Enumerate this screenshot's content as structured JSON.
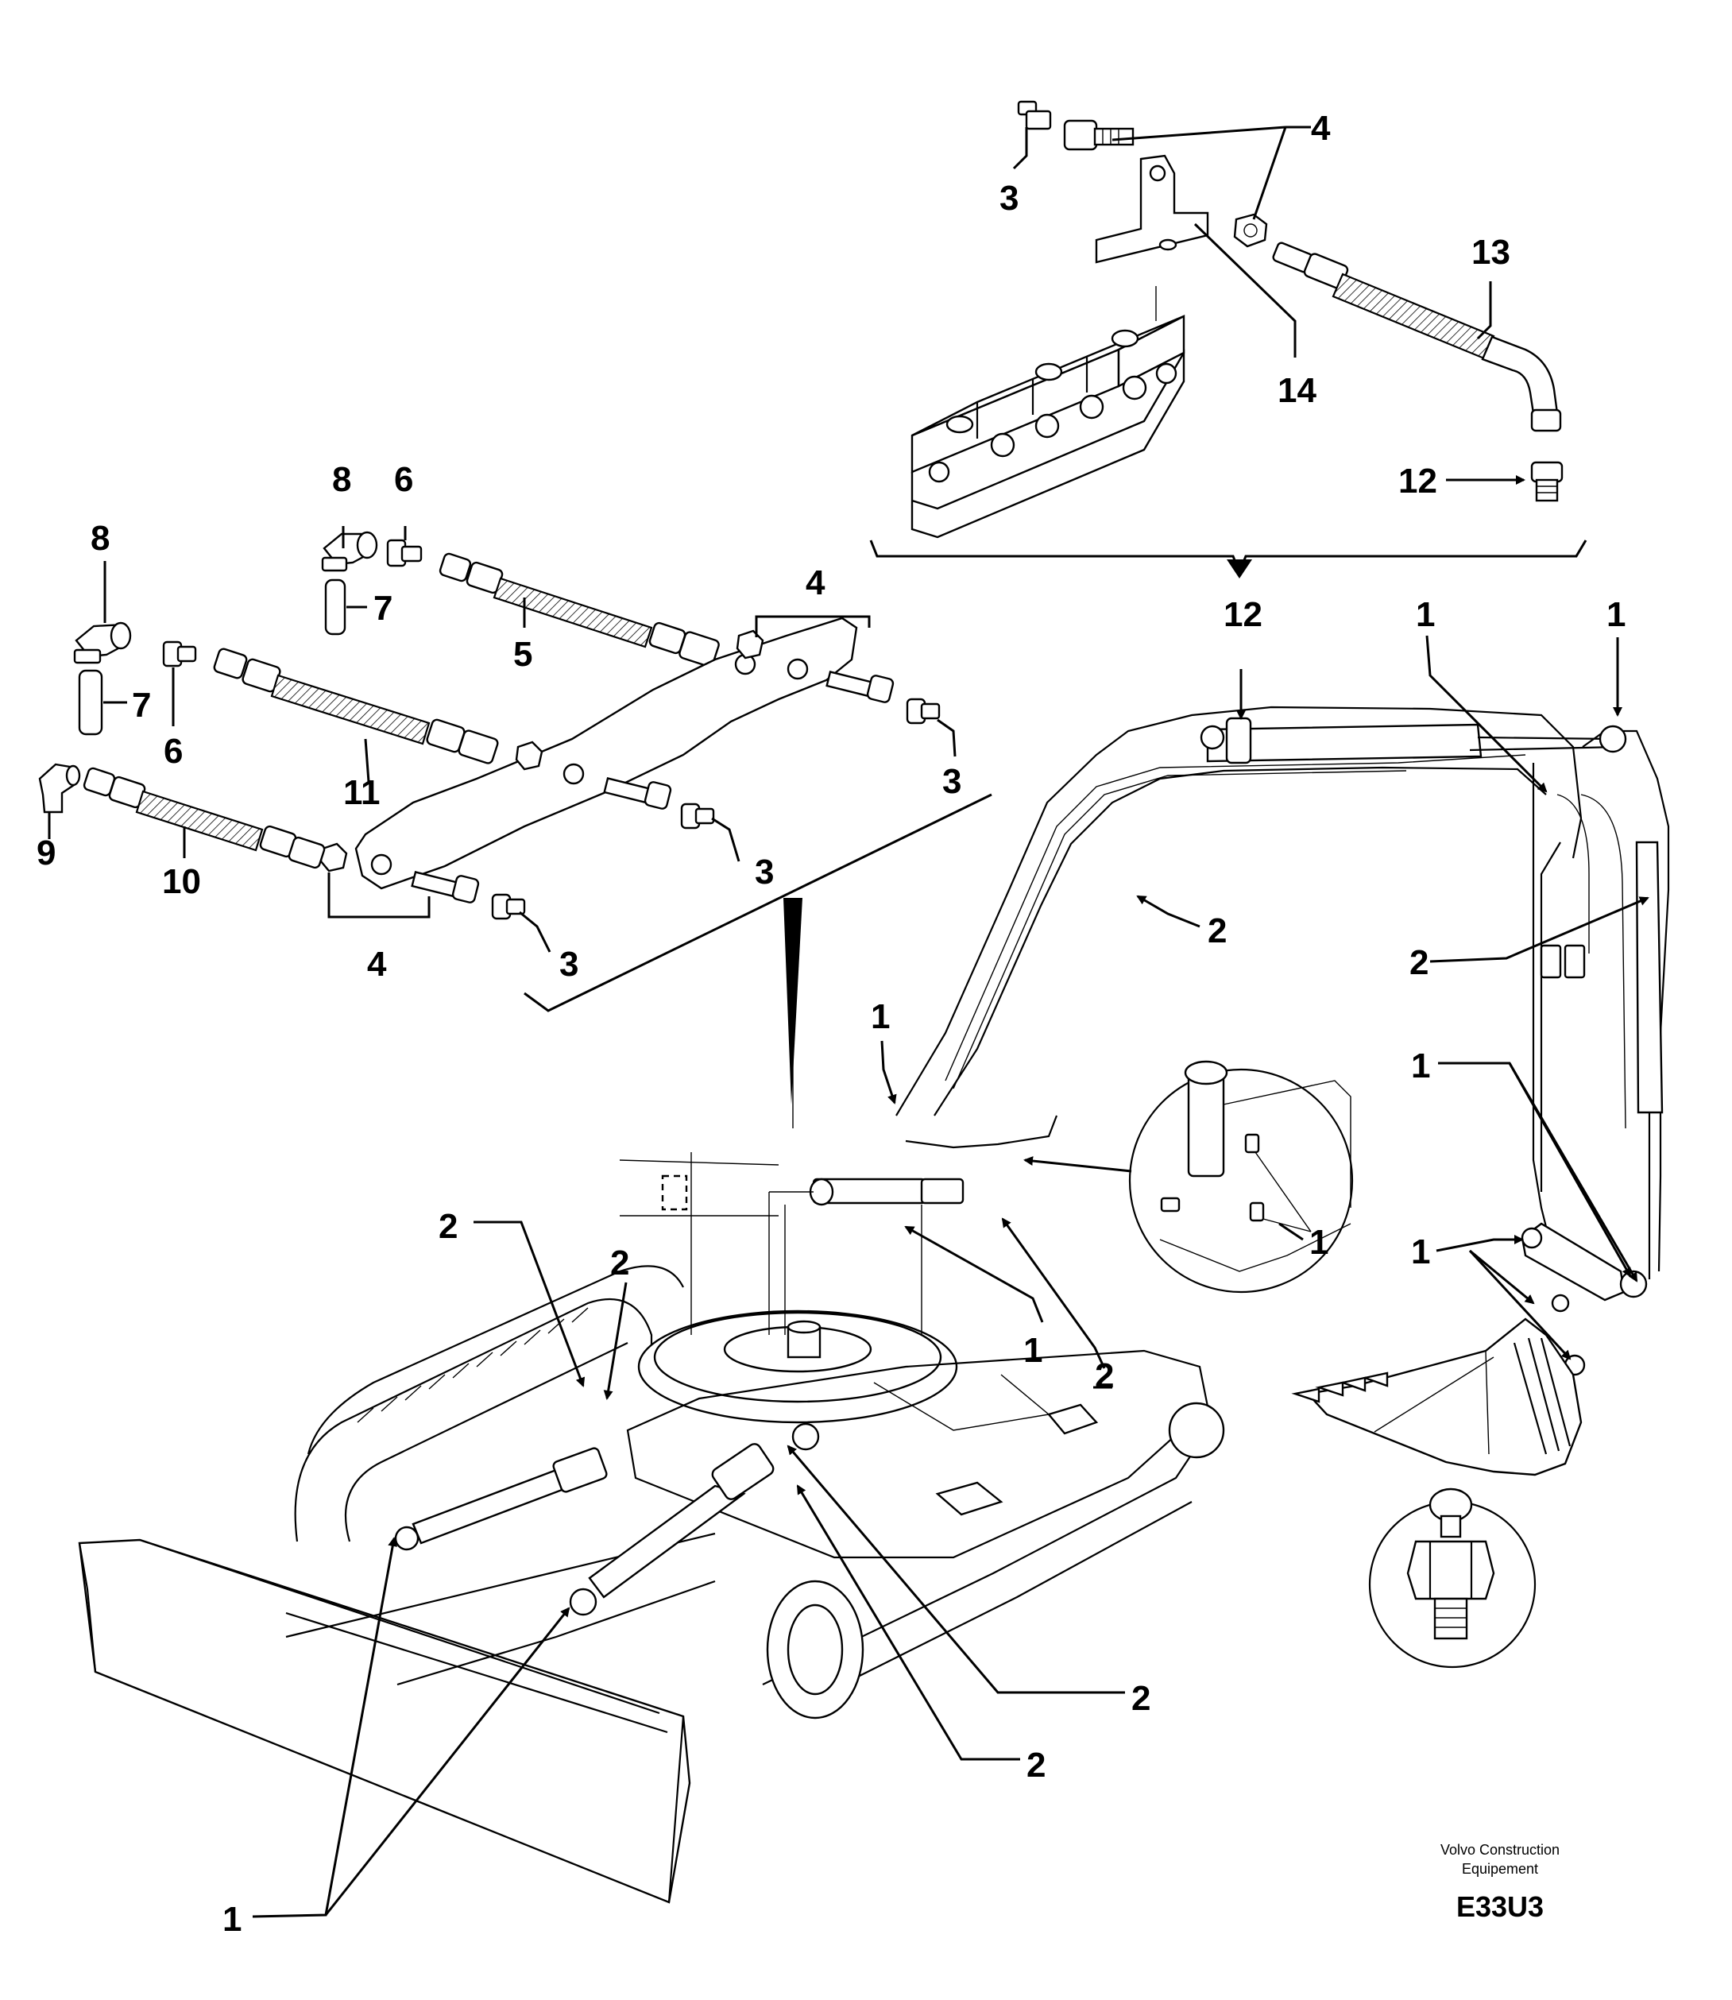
{
  "caption": {
    "maker_line1": "Volvo Construction",
    "maker_line2": "Equipement",
    "code": "E33U3"
  },
  "callouts": [
    {
      "id": "c3a",
      "text": "3"
    },
    {
      "id": "c4a",
      "text": "4"
    },
    {
      "id": "c13",
      "text": "13"
    },
    {
      "id": "c14",
      "text": "14"
    },
    {
      "id": "c12a",
      "text": "12"
    },
    {
      "id": "c12b",
      "text": "12"
    },
    {
      "id": "c1a",
      "text": "1"
    },
    {
      "id": "c1b",
      "text": "1"
    },
    {
      "id": "c8a",
      "text": "8"
    },
    {
      "id": "c6a",
      "text": "6"
    },
    {
      "id": "c8b",
      "text": "8"
    },
    {
      "id": "c7a",
      "text": "7"
    },
    {
      "id": "c5",
      "text": "5"
    },
    {
      "id": "c4b",
      "text": "4"
    },
    {
      "id": "c7b",
      "text": "7"
    },
    {
      "id": "c6b",
      "text": "6"
    },
    {
      "id": "c3b",
      "text": "3"
    },
    {
      "id": "c11",
      "text": "11"
    },
    {
      "id": "c9",
      "text": "9"
    },
    {
      "id": "c10",
      "text": "10"
    },
    {
      "id": "c3c",
      "text": "3"
    },
    {
      "id": "c4c",
      "text": "4"
    },
    {
      "id": "c3d",
      "text": "3"
    },
    {
      "id": "c2a",
      "text": "2"
    },
    {
      "id": "c2b",
      "text": "2"
    },
    {
      "id": "c1c",
      "text": "1"
    },
    {
      "id": "c1d",
      "text": "1"
    },
    {
      "id": "c1e",
      "text": "1"
    },
    {
      "id": "c1f",
      "text": "1"
    },
    {
      "id": "c2c",
      "text": "2"
    },
    {
      "id": "c2d",
      "text": "2"
    },
    {
      "id": "c1g",
      "text": "1"
    },
    {
      "id": "c2e",
      "text": "2"
    },
    {
      "id": "c2f",
      "text": "2"
    },
    {
      "id": "c2g",
      "text": "2"
    },
    {
      "id": "c1h",
      "text": "1"
    }
  ]
}
